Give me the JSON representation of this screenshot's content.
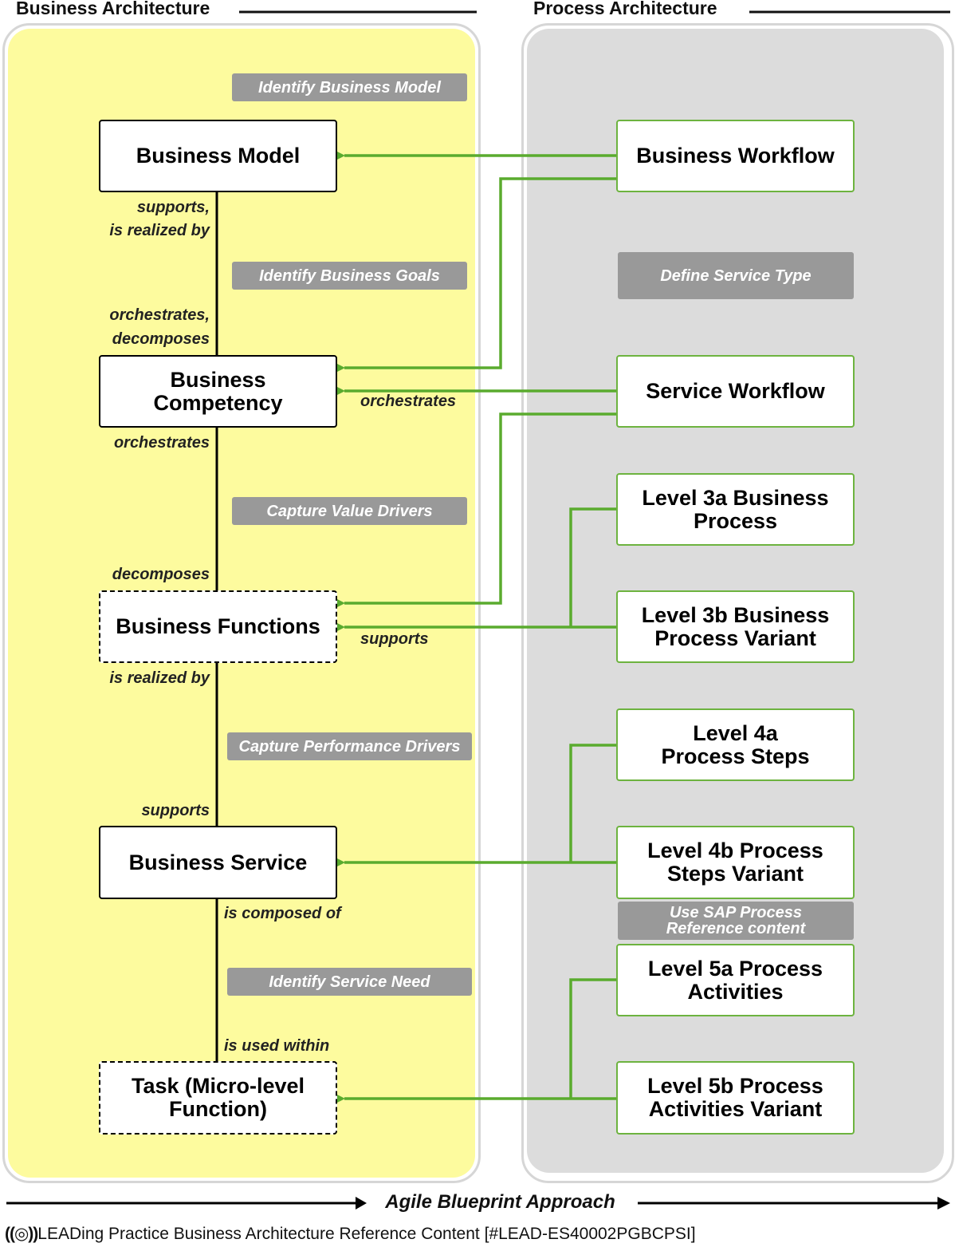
{
  "headers": {
    "business": "Business Architecture",
    "process": "Process Architecture"
  },
  "colors": {
    "business_panel": "#fdfb9e",
    "process_panel": "#dcdcdc",
    "connector": "#5aab2e",
    "pill": "#999999"
  },
  "business_nodes": {
    "model": "Business Model",
    "competency": "Business Competency",
    "functions": "Business Functions",
    "service": "Business Service",
    "task": "Task (Micro-level Function)"
  },
  "process_nodes": {
    "business_workflow": "Business Workflow",
    "service_workflow": "Service Workflow",
    "l3a": "Level 3a Business Process",
    "l3b": "Level 3b Business Process Variant",
    "l4a": "Level 4a Process Steps",
    "l4b": "Level 4b Process Steps Variant",
    "l5a": "Level 5a Process Activities",
    "l5b": "Level 5b Process Activities Variant"
  },
  "steps": {
    "identify_model": "Identify Business Model",
    "identify_goals": "Identify Business Goals",
    "capture_value": "Capture Value Drivers",
    "capture_performance": "Capture Performance Drivers",
    "identify_service_need": "Identify Service Need",
    "define_service_type": "Define Service Type",
    "use_sap": "Use SAP Process Reference content"
  },
  "relations": {
    "supports_realized_1": "supports,",
    "supports_realized_2": "is realized by",
    "orch_decomp_1": "orchestrates,",
    "orch_decomp_2": "decomposes",
    "orchestrates_below": "orchestrates",
    "decomposes_above": "decomposes",
    "realized_by": "is realized by",
    "supports_above": "supports",
    "composed_of": "is composed of",
    "used_within": "is used within",
    "comp_orchestrates": "orchestrates",
    "func_supports": "supports"
  },
  "footer": {
    "approach": "Agile Blueprint Approach",
    "copyright": "LEADing Practice Business Architecture Reference Content [#LEAD-ES40002PGBCPSI]"
  }
}
